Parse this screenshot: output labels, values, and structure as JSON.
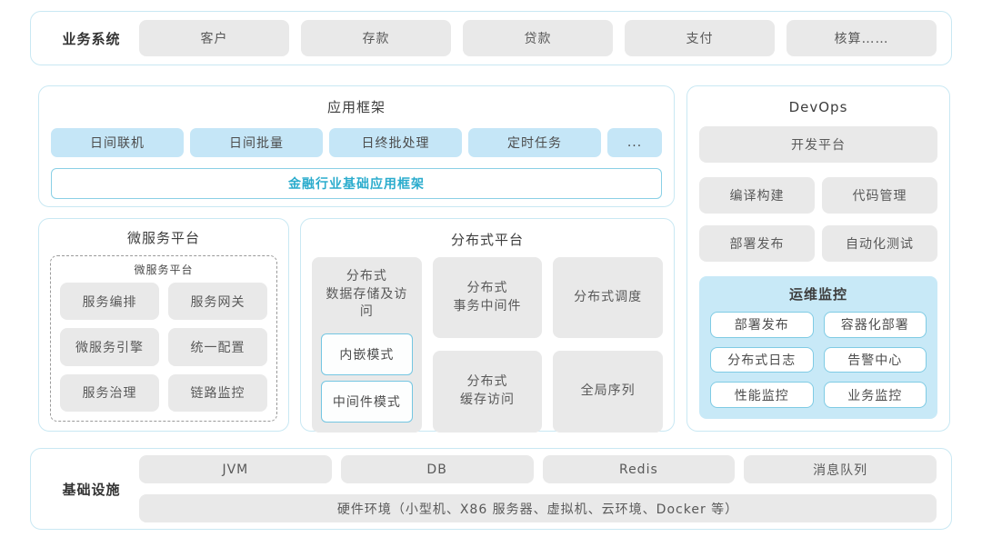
{
  "business": {
    "label": "业务系统",
    "items": [
      "客户",
      "存款",
      "贷款",
      "支付",
      "核算……"
    ]
  },
  "app_framework": {
    "title": "应用框架",
    "chips": [
      "日间联机",
      "日间批量",
      "日终批处理",
      "定时任务",
      "..."
    ],
    "base_box": "金融行业基础应用框架"
  },
  "microservice": {
    "title": "微服务平台",
    "inner_title": "微服务平台",
    "chips": [
      "服务编排",
      "服务网关",
      "微服务引擎",
      "统一配置",
      "服务治理",
      "链路监控"
    ]
  },
  "distributed": {
    "title": "分布式平台",
    "storage": {
      "line1": "分布式",
      "line2": "数据存储及访问",
      "modes": [
        "内嵌模式",
        "中间件模式"
      ]
    },
    "cards": [
      {
        "line1": "分布式",
        "line2": "事务中间件"
      },
      {
        "line1": "分布式调度",
        "line2": ""
      },
      {
        "line1": "分布式",
        "line2": "缓存访问"
      },
      {
        "line1": "全局序列",
        "line2": ""
      }
    ]
  },
  "devops": {
    "title": "DevOps",
    "dev_platform": "开发平台",
    "chips": [
      "编译构建",
      "代码管理",
      "部署发布",
      "自动化测试"
    ],
    "monitor": {
      "title": "运维监控",
      "chips": [
        "部署发布",
        "容器化部署",
        "分布式日志",
        "告警中心",
        "性能监控",
        "业务监控"
      ]
    }
  },
  "infrastructure": {
    "label": "基础设施",
    "items": [
      "JVM",
      "DB",
      "Redis",
      "消息队列"
    ],
    "hardware": "硬件环境（小型机、X86 服务器、虚拟机、云环境、Docker 等）"
  },
  "colors": {
    "container_border": "#c9e8f3",
    "chip_gray_bg": "#e9e9e9",
    "chip_blue_bg": "#c5e6f7",
    "monitor_bg": "#c8e9f7",
    "accent_border": "#8ad0e6",
    "accent_text": "#2baccd"
  }
}
